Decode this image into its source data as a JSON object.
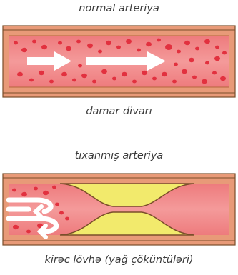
{
  "labels": {
    "normal_title": "normal arteriya",
    "wall_caption": "damar divarı",
    "blocked_title": "tıxanmış arteriya",
    "plaque_caption": "kirəc lövhə  (yağ çöküntüləri)"
  },
  "colors": {
    "wall_outer": "#e59a74",
    "wall_line": "#7a4e2a",
    "wall_mid": "#c98a55",
    "lumen": "#f08080",
    "lumen_light": "#f6a3a3",
    "blood_cell": "#e2313f",
    "plaque": "#f0ea6a",
    "arrow": "#ffffff"
  },
  "icons": {
    "flow_arrow": "arrow-right-icon",
    "turbulent_flow": "turbulent-flow-icon"
  }
}
